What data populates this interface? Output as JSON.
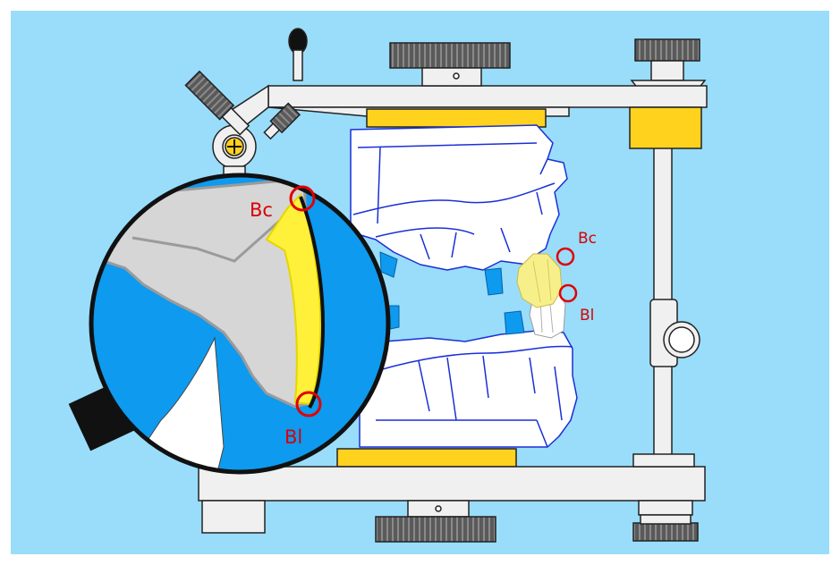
{
  "figure": {
    "colors": {
      "page": "#ffffff",
      "panel": "#99ddfa",
      "metal": "#f0f0f0",
      "metal_outline": "#222222",
      "knurl": "#5a5a5a",
      "plate": "#ffd21e",
      "cast_line": "#1a2fd6",
      "tooth_yellow": "#fff03a",
      "tooth_highlight": "#f7f08a",
      "zoom_blue": "#0d9aef",
      "zoom_gray": "#d6d6d6",
      "marker": "#e00000",
      "label": "#d80000"
    },
    "magnifier": {
      "label_top": "Bc",
      "label_bottom": "Bl"
    },
    "articulator": {
      "label_top": "Bc",
      "label_bottom": "Bl"
    }
  }
}
